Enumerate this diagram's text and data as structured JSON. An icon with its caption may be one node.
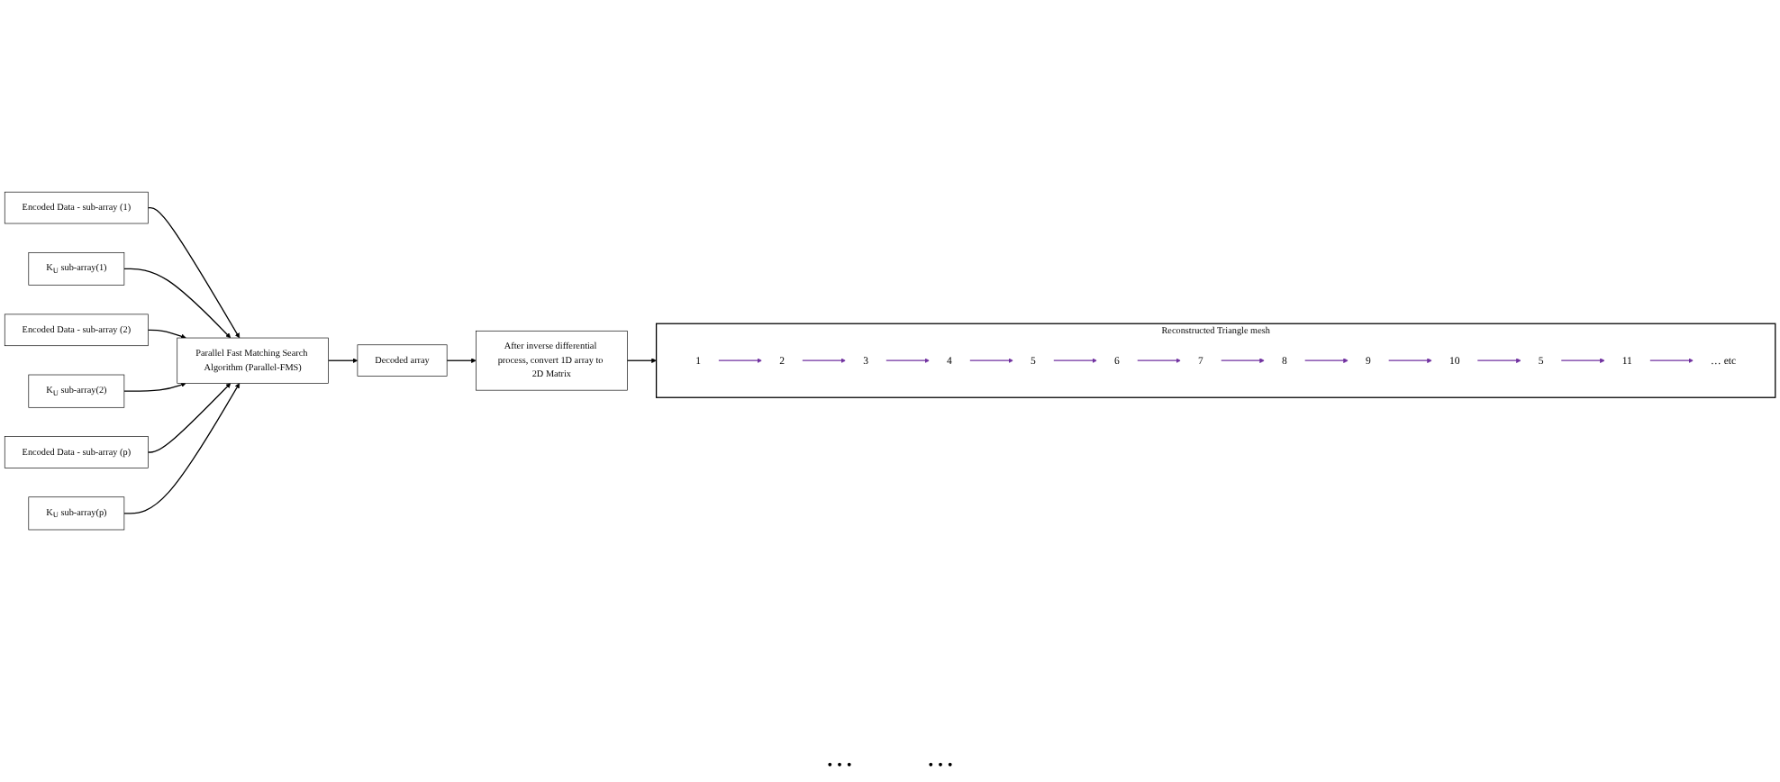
{
  "diagram": {
    "nodes": [
      {
        "text": [
          "Encoded Data - sub-array (1)"
        ]
      },
      {
        "text": [
          "K$_{U}$ sub-array(1)"
        ]
      },
      {
        "text": [
          "Encoded Data - sub-array (2)"
        ]
      },
      {
        "text": [
          "K$_{U}$ sub-array(2)"
        ]
      },
      {
        "text": [
          "Encoded Data - sub-array (p)"
        ]
      },
      {
        "text": [
          "K$_{U}$ sub-array(p)"
        ]
      },
      {
        "text": [
          "Parallel Fast Matching Search Algorithm (Parallel-FMS)"
        ]
      },
      {
        "text": [
          "Decoded array"
        ]
      },
      {
        "text": [
          "After inverse differential process, convert 1D array to 2D Matrix"
        ]
      },
      {
        "text": [],
        "shape": "box",
        "beside": [
          "Reconstructed Triangle mesh"
        ]
      },
      {
        "text": [
          "1"
        ],
        "in": 9
      },
      {
        "text": [
          "2"
        ],
        "in": 9
      },
      {
        "text": [
          "3"
        ],
        "in": 9
      },
      {
        "text": [
          "4"
        ],
        "in": 9
      },
      {
        "text": [
          "5"
        ],
        "in": 9
      },
      {
        "text": [
          "6"
        ],
        "in": 9
      },
      {
        "text": [
          "7"
        ],
        "in": 9
      },
      {
        "text": [
          "8"
        ],
        "in": 9
      },
      {
        "text": [
          "9"
        ],
        "in": 9
      },
      {
        "text": [
          "10"
        ],
        "in": 9
      },
      {
        "text": [
          "5"
        ],
        "in": 9
      },
      {
        "text": [
          "11"
        ],
        "in": 9
      },
      {
        "text": [
          "… etc"
        ],
        "in": 9
      }
    ],
    "edges": [
      {
        "from": 0,
        "to": 6,
        "arrow": "to",
        "color": "#000000"
      },
      {
        "from": 1,
        "to": 6,
        "arrow": "to",
        "color": "#000000"
      },
      {
        "from": 2,
        "to": 6,
        "arrow": "to",
        "color": "#000000"
      },
      {
        "from": 3,
        "to": 6,
        "arrow": "to",
        "color": "#000000"
      },
      {
        "from": 4,
        "to": 6,
        "arrow": "to",
        "color": "#000000"
      },
      {
        "from": 5,
        "to": 6,
        "arrow": "to",
        "color": "#000000"
      },
      {
        "from": 6,
        "to": 7,
        "arrow": "to",
        "color": "#000000"
      },
      {
        "from": 7,
        "to": 8,
        "arrow": "to",
        "color": "#000000"
      },
      {
        "from": 8,
        "to": 9,
        "arrow": "to",
        "color": "#000000"
      },
      {
        "from": 10,
        "to": 11,
        "arrow": "to",
        "color": "#7030a0"
      },
      {
        "from": 11,
        "to": 12,
        "arrow": "to",
        "color": "#7030a0"
      },
      {
        "from": 12,
        "to": 13,
        "arrow": "to",
        "color": "#7030a0"
      },
      {
        "from": 13,
        "to": 14,
        "arrow": "to",
        "color": "#7030a0"
      },
      {
        "from": 14,
        "to": 15,
        "arrow": "to",
        "color": "#7030a0"
      },
      {
        "from": 15,
        "to": 16,
        "arrow": "to",
        "color": "#7030a0"
      },
      {
        "from": 16,
        "to": 17,
        "arrow": "to",
        "color": "#7030a0"
      },
      {
        "from": 17,
        "to": 18,
        "arrow": "to",
        "color": "#7030a0"
      },
      {
        "from": 18,
        "to": 19,
        "arrow": "to",
        "color": "#7030a0"
      },
      {
        "from": 19,
        "to": 20,
        "arrow": "to",
        "color": "#7030a0"
      },
      {
        "from": 20,
        "to": 21,
        "arrow": "to",
        "color": "#7030a0"
      },
      {
        "from": 21,
        "to": 22,
        "arrow": "to",
        "color": "#7030a0"
      }
    ],
    "labels": [
      "…",
      "…"
    ]
  }
}
